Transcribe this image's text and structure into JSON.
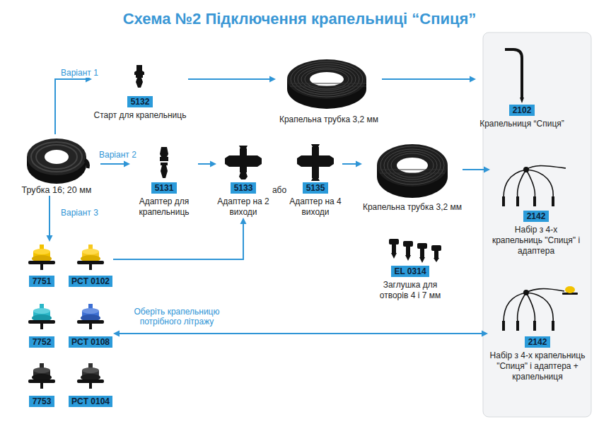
{
  "diagram": {
    "title": "Схема №2 Підключення крапельниці “Спиця”",
    "nodes": [
      {
        "text": [
          "Трубка 16; 20 мм"
        ]
      },
      {
        "text": [
          "5132",
          "Старт для крапельниць"
        ]
      },
      {
        "text": [
          "Крапельна трубка 3,2 мм"
        ]
      },
      {
        "text": [
          "2102",
          "Крапельниця “Спиця”"
        ]
      },
      {
        "text": [
          "5131",
          "Адаптер для крапельниць"
        ]
      },
      {
        "text": [
          "5133",
          "Адаптер на 2 виходи"
        ]
      },
      {
        "text": [
          "5135",
          "Адаптер на 4 виходи"
        ]
      },
      {
        "text": [
          "Крапельна трубка 3,2 мм"
        ]
      },
      {
        "text": [
          "2142",
          "Набір з 4-х крапельниць \"Спиця\" і адаптера"
        ]
      },
      {
        "text": [
          "EL 0314",
          "Заглушка для отворів 4 і 7 мм"
        ]
      },
      {
        "text": [
          "2142",
          "Набір з 4-х крапельниць \"Спиця\" і адаптера + крапельниця"
        ]
      },
      {
        "text": [
          "7751"
        ]
      },
      {
        "text": [
          "PCT 0102"
        ]
      },
      {
        "text": [
          "7752"
        ]
      },
      {
        "text": [
          "PCT 0108"
        ]
      },
      {
        "text": [
          "7753"
        ]
      },
      {
        "text": [
          "PCT 0104"
        ]
      }
    ],
    "edges": [
      {
        "from": 0,
        "to": 1,
        "arrow": "to",
        "label": "Варіант 1"
      },
      {
        "from": 1,
        "to": 2,
        "arrow": "to"
      },
      {
        "from": 2,
        "to": 3,
        "arrow": "to"
      },
      {
        "from": 0,
        "to": 4,
        "arrow": "to",
        "label": "Варіант 2"
      },
      {
        "from": 4,
        "to": 5,
        "arrow": "to"
      },
      {
        "from": 6,
        "to": 7,
        "arrow": "to"
      },
      {
        "from": 7,
        "to": 8,
        "arrow": "to"
      },
      {
        "from": 0,
        "to": 11,
        "arrow": "to",
        "label": "Варіант 3"
      },
      {
        "from": 12,
        "to": 5,
        "arrow": "to"
      },
      {
        "from": 14,
        "to": 10,
        "arrow": "both",
        "label": "Оберіть крапельницю потрібного літражу"
      }
    ],
    "labels": [
      "або"
    ]
  }
}
